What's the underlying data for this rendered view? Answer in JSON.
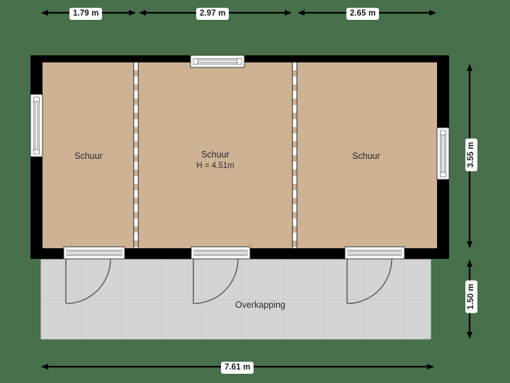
{
  "plan": {
    "background_color": "#47704b",
    "wall_color": "#000000",
    "room_fill_color": "#cdb294",
    "patio_fill_color": "#d4d4d4",
    "window_frame_color": "#ffffff",
    "door_arc_color": "#4a4a4a"
  },
  "dimensions": {
    "top": [
      {
        "value": "1.79 m"
      },
      {
        "value": "2.97 m"
      },
      {
        "value": "2.65 m"
      }
    ],
    "right": [
      {
        "value": "3.55 m"
      },
      {
        "value": "1.50 m"
      }
    ],
    "bottom": [
      {
        "value": "7.61 m"
      }
    ]
  },
  "rooms": [
    {
      "name": "Schuur",
      "height_label": ""
    },
    {
      "name": "Schuur",
      "height_label": "H = 4.51m"
    },
    {
      "name": "Schuur",
      "height_label": ""
    }
  ],
  "outdoor_areas": [
    {
      "name": "Overkapping"
    }
  ]
}
